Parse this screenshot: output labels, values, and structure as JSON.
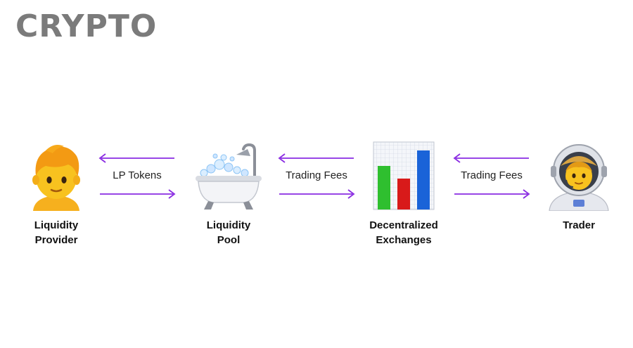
{
  "brand": {
    "title": "CRYPTO"
  },
  "nodes": [
    {
      "id": "provider",
      "line1": "Liquidity",
      "line2": "Provider",
      "icon": "person-icon"
    },
    {
      "id": "pool",
      "line1": "Liquidity",
      "line2": "Pool",
      "icon": "bathtub-icon"
    },
    {
      "id": "exchanges",
      "line1": "Decentralized",
      "line2": "Exchanges",
      "icon": "bar-chart-icon"
    },
    {
      "id": "trader",
      "line1": "Trader",
      "line2": "",
      "icon": "astronaut-icon"
    }
  ],
  "edges": [
    {
      "label": "LP Tokens"
    },
    {
      "label": "Trading Fees"
    },
    {
      "label": "Trading Fees"
    }
  ],
  "colors": {
    "arrow": "#8a2be2",
    "brand": "#7b7b7b",
    "bar_green": "#2fbf2f",
    "bar_red": "#d81a1a",
    "bar_blue": "#1a63d8"
  }
}
